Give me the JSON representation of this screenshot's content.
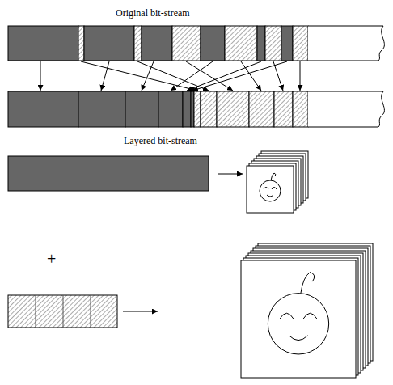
{
  "diagram": {
    "labels": [
      "Original bit-stream",
      "Layered bit-stream",
      "+"
    ]
  }
}
